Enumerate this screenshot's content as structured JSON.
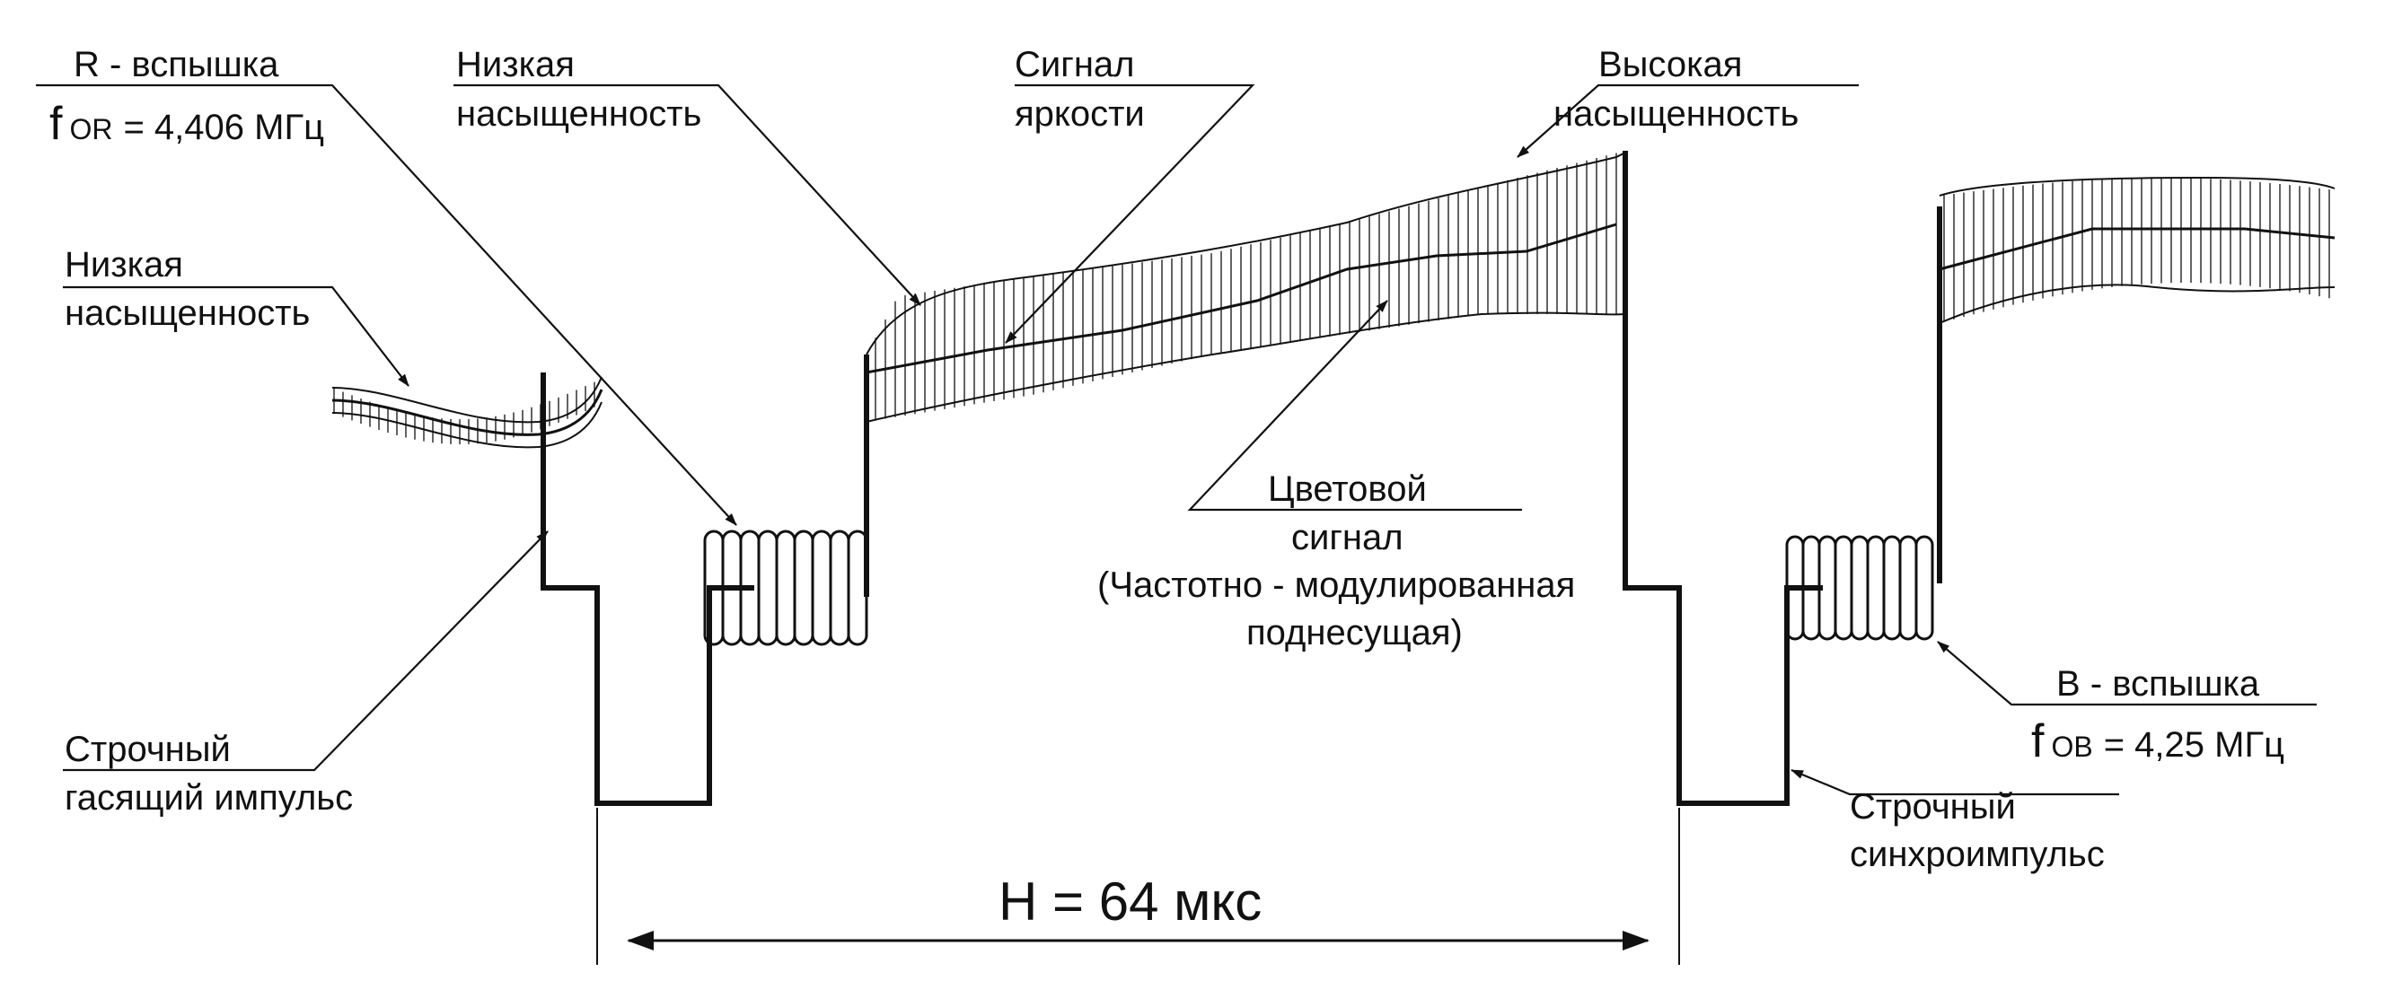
{
  "labels": {
    "r_burst": "R - вспышка",
    "f_or_prefix": "f",
    "f_or_sub": "OR",
    "f_or_value": "= 4,406 МГц",
    "low_sat_left_1": "Низкая",
    "low_sat_left_2": "насыщенность",
    "low_sat_top_1": "Низкая",
    "low_sat_top_2": "насыщенность",
    "luma_1": "Сигнал",
    "luma_2": "яркости",
    "high_sat_1": "Высокая",
    "high_sat_2": "насыщенность",
    "chroma_1": "Цветовой",
    "chroma_2": "сигнал",
    "chroma_3": "(Частотно - модулированная",
    "chroma_4": "поднесущая)",
    "blanking_1": "Строчный",
    "blanking_2": "гасящий импульс",
    "b_burst": "B - вспышка",
    "f_ob_prefix": "f",
    "f_ob_sub": "OB",
    "f_ob_value": "= 4,25 МГц",
    "sync_1": "Строчный",
    "sync_2": "синхроимпульс",
    "period": "H = 64 мкс"
  },
  "colors": {
    "stroke": "#111111",
    "background": "#ffffff"
  }
}
